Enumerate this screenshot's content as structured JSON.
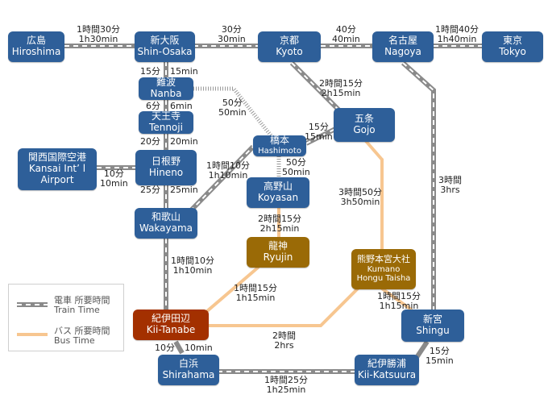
{
  "stations": {
    "hiroshima": {
      "ja": "広島",
      "en": "Hiroshima"
    },
    "shin_osaka": {
      "ja": "新大阪",
      "en": "Shin-Osaka"
    },
    "kyoto": {
      "ja": "京都",
      "en": "Kyoto"
    },
    "nagoya": {
      "ja": "名古屋",
      "en": "Nagoya"
    },
    "tokyo": {
      "ja": "東京",
      "en": "Tokyo"
    },
    "nanba": {
      "ja": "難波",
      "en": "Nanba"
    },
    "tennoji": {
      "ja": "天王寺",
      "en": "Tennoji"
    },
    "kansai_airport": {
      "ja": "関西国際空港",
      "en1": "Kansai Int’ l",
      "en2": "Airport"
    },
    "hineno": {
      "ja": "日根野",
      "en": "Hineno"
    },
    "hashimoto": {
      "ja": "橋本",
      "en": "Hashimoto"
    },
    "gojo": {
      "ja": "五条",
      "en": "Gojo"
    },
    "koyasan": {
      "ja": "高野山",
      "en": "Koyasan"
    },
    "wakayama": {
      "ja": "和歌山",
      "en": "Wakayama"
    },
    "ryujin": {
      "ja": "龍神",
      "en": "Ryujin"
    },
    "kumano": {
      "ja": "熊野本宮大社",
      "en1": "Kumano",
      "en2": "Hongu Taisha"
    },
    "kii_tanabe": {
      "ja": "紀伊田辺",
      "en": "Kii-Tanabe"
    },
    "shingu": {
      "ja": "新宮",
      "en": "Shingu"
    },
    "shirahama": {
      "ja": "白浜",
      "en": "Shirahama"
    },
    "kii_katsuura": {
      "ja": "紀伊勝浦",
      "en": "Kii-Katsuura"
    }
  },
  "times": {
    "hiroshima_shinosaka": {
      "ja": "1時間30分",
      "en": "1h30min"
    },
    "shinosaka_kyoto": {
      "ja": "30分",
      "en": "30min"
    },
    "kyoto_nagoya": {
      "ja": "40分",
      "en": "40min"
    },
    "nagoya_tokyo": {
      "ja": "1時間40分",
      "en": "1h40min"
    },
    "shinosaka_nanba": {
      "ja": "15分",
      "en": "15min"
    },
    "nanba_tennoji": {
      "ja": "6分",
      "en": "6min"
    },
    "tennoji_hineno": {
      "ja": "20分",
      "en": "20min"
    },
    "airport_hineno": {
      "ja": "10分",
      "en": "10min"
    },
    "hineno_wakayama": {
      "ja": "25分",
      "en": "25min"
    },
    "nanba_hashimoto": {
      "ja": "50分",
      "en": "50min"
    },
    "kyoto_gojo": {
      "ja": "2時間15分",
      "en": "2h15min"
    },
    "gojo_hashimoto": {
      "ja": "15分",
      "en": "15min"
    },
    "hashimoto_koyasan": {
      "ja": "50分",
      "en": "50min"
    },
    "wakayama_hashimoto": {
      "ja": "1時間10分",
      "en": "1h10min"
    },
    "koyasan_ryujin": {
      "ja": "2時間15分",
      "en": "2h15min"
    },
    "gojo_kumano": {
      "ja": "3時間50分",
      "en": "3h50min"
    },
    "nagoya_shingu": {
      "ja": "3時間",
      "en": "3hrs"
    },
    "wakayama_kiitanabe": {
      "ja": "1時間10分",
      "en": "1h10min"
    },
    "ryujin_kiitanabe": {
      "ja": "1時間15分",
      "en": "1h15min"
    },
    "kumano_shingu": {
      "ja": "1時間15分",
      "en": "1h15min"
    },
    "kiitanabe_kumano": {
      "ja": "2時間",
      "en": "2hrs"
    },
    "kiitanabe_shirahama": {
      "ja": "10分",
      "en": "10min"
    },
    "shirahama_katsuura": {
      "ja": "1時間25分",
      "en": "1h25min"
    },
    "katsuura_shingu": {
      "ja": "15分",
      "en": "15min"
    }
  },
  "legend": {
    "train": {
      "ja": "電車 所要時間",
      "en": "Train Time"
    },
    "bus": {
      "ja": "バス 所要時間",
      "en": "Bus Time"
    }
  },
  "colors": {
    "station": "#2e5f99",
    "bus_stop": "#9a6a06",
    "hub": "#a33000",
    "train_line": "#8a8a8a",
    "bus_line": "#f7c690"
  }
}
